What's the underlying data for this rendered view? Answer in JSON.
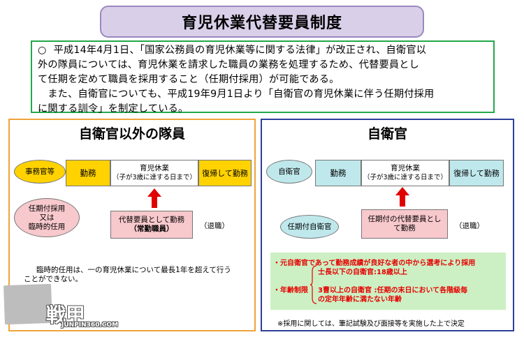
{
  "title": "育児休業代替要員制度",
  "intro": {
    "bullet": "○",
    "line1": "平成14年4月1日、「国家公務員の育児休業等に関する法律」が改正され、自衛官以",
    "line2": "外の隊員については、育児休業を請求した職員の業務を処理するため、代替要員とし",
    "line3": "て任期を定めて職員を採用すること（任期付採用）が可能である。",
    "line4": "　また、自衛官についても、平成19年9月1日より「自衛官の育児休業に伴う任期付採用",
    "line5": "に関する訓令」を制定している。"
  },
  "left": {
    "title": "自衛官以外の隊員",
    "role": "事務官等",
    "work": "勤務",
    "leave_title": "育児休業",
    "leave_sub": "（子が3歳に達する日まで）",
    "return": "復帰して勤務",
    "temp_role_1": "任期付採用",
    "temp_role_2": "又は",
    "temp_role_3": "臨時的任用",
    "substitute_1": "代替要員として勤務",
    "substitute_2": "（常勤職員）",
    "retire": "（退職）",
    "note_1": "臨時的任用は、一の育児休業について最長1年を超えて行う",
    "note_2": "ことができない。"
  },
  "right": {
    "title": "自衛官",
    "role": "自衛官",
    "work": "勤務",
    "leave_title": "育児休業",
    "leave_sub": "（子が3歳に達する日まで）",
    "return": "復帰して勤務",
    "temp_role": "任期付自衛官",
    "substitute_1": "任期付の代替要員とし",
    "substitute_2": "て勤務",
    "retire": "（退職）",
    "red_1": "・元自衛官であって勤務成績が良好な者の中から選考により採用",
    "red_2": "・年齢制限",
    "red_3": "士長以下の自衛官:18歳以上",
    "red_4": "3曹以上の自衛官 :任期の末日において各階級毎",
    "red_5": "の定年年齢に満たない年齢",
    "footnote": "※採用に関しては、筆記試験及び面接等を実施した上で決定"
  },
  "watermark": {
    "name": "戦甲",
    "url": "JUNPIN360.COM"
  },
  "colors": {
    "title_bg": "#d9cfe9",
    "intro_border": "#22a84a",
    "left_border": "#f0a33a",
    "right_border": "#2e3f9a",
    "work_left": "#ffd200",
    "work_right": "#bfe8ec",
    "substitute": "#f7c8cc",
    "arrow": "#e00000",
    "green_area": "#ccf0c4"
  }
}
